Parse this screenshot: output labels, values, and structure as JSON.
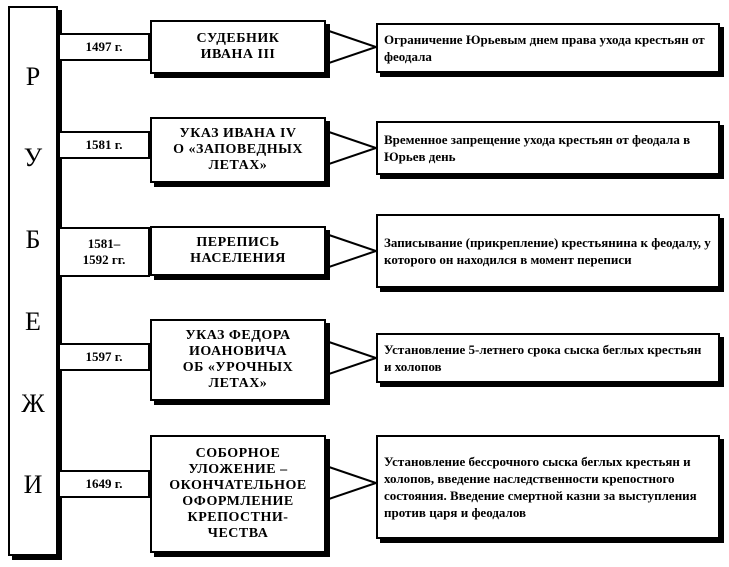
{
  "title_letters": [
    "Р",
    "У",
    "Б",
    "Е",
    "Ж",
    "И"
  ],
  "rows": [
    {
      "year": "1497 г.",
      "act": "СУДЕБНИК\nИВАНА III",
      "result": "Ограничение Юрьевым днем права ухода крестьян от феодала"
    },
    {
      "year": "1581 г.",
      "act": "УКАЗ ИВАНА IV\nО «ЗАПОВЕДНЫХ\nЛЕТАХ»",
      "result": "Временное запрещение ухода крестьян от феодала в Юрьев день"
    },
    {
      "year": "1581–\n1592 гг.",
      "act": "ПЕРЕПИСЬ\nНАСЕЛЕНИЯ",
      "result": "Записывание (прикрепление) крестьянина к феодалу, у которого он находился в момент переписи"
    },
    {
      "year": "1597 г.",
      "act": "УКАЗ ФЕДОРА\nИОАНОВИЧА\nОБ «УРОЧНЫХ\nЛЕТАХ»",
      "result": "Установление 5-летнего срока сыска беглых крестьян и холопов"
    },
    {
      "year": "1649 г.",
      "act": "СОБОРНОЕ\nУЛОЖЕНИЕ –\nОКОНЧАТЕЛЬНОЕ\nОФОРМЛЕНИЕ\nКРЕПОСТНИ-\nЧЕСТВА",
      "result": "Установление бессрочного сыска беглых крестьян и холопов, введение наследственности крепостного состояния. Введение смертной казни за выступления против царя и феодалов"
    }
  ]
}
